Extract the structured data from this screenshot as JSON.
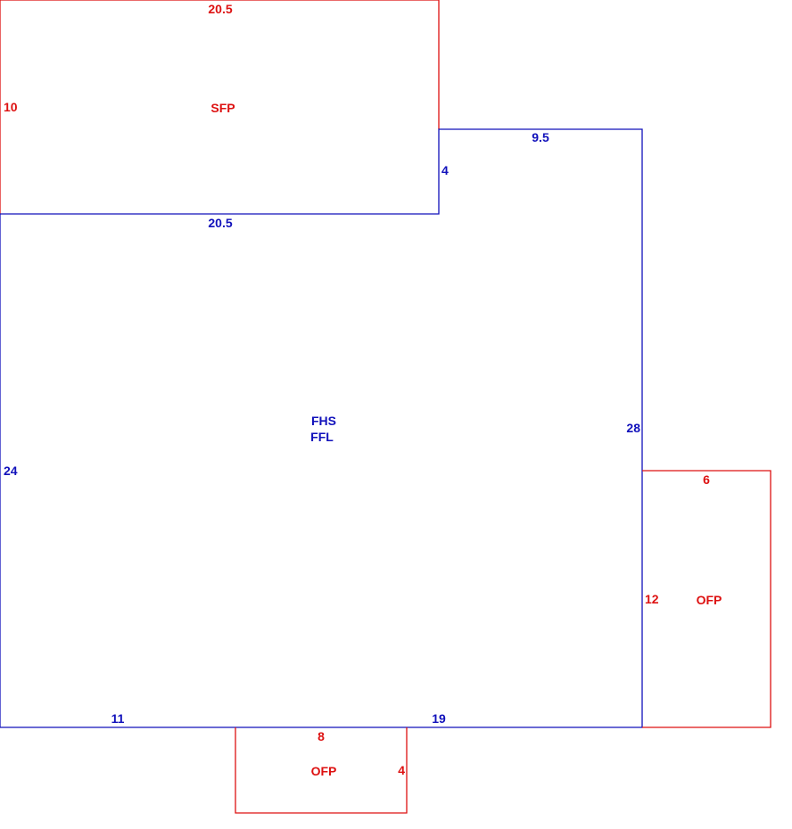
{
  "colors": {
    "addition": "#dd1111",
    "main": "#1111bb"
  },
  "main_area": {
    "code_line1": "FHS",
    "code_line2": "FFL",
    "dim_top_left": "20.5",
    "dim_step_vertical": "4",
    "dim_top_right": "9.5",
    "dim_right": "28",
    "dim_left": "24",
    "dim_bottom_left": "11",
    "dim_bottom_right": "19"
  },
  "sfp_area": {
    "code": "SFP",
    "dim_top": "20.5",
    "dim_left": "10"
  },
  "ofp_right": {
    "code": "OFP",
    "dim_top": "6",
    "dim_left": "12"
  },
  "ofp_bottom": {
    "code": "OFP",
    "dim_top": "8",
    "dim_right": "4"
  }
}
